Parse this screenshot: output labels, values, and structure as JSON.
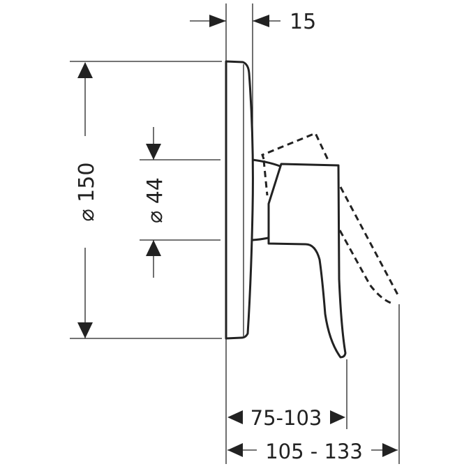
{
  "dimensions": {
    "depth_plate": "15",
    "plate_diameter": "⌀ 150",
    "body_diameter": "⌀ 44",
    "handle_projection": "75-103",
    "overall_projection": "105 - 133"
  }
}
